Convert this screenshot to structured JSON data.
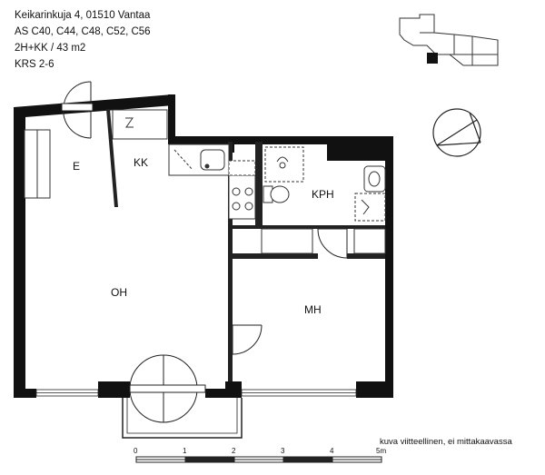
{
  "header": {
    "address": "Keikarinkuja 4, 01510 Vantaa",
    "units": "AS C40, C44, C48, C52, C56",
    "size": "2H+KK / 43 m2",
    "floors": "KRS 2-6"
  },
  "rooms": {
    "entrance": "E",
    "kitchen": "KK",
    "bathroom": "KPH",
    "living": "OH",
    "bedroom": "MH"
  },
  "note": "kuva viitteellinen, ei mittakaavassa",
  "scale": {
    "ticks": [
      "0",
      "1",
      "2",
      "3",
      "4",
      "5m"
    ]
  },
  "colors": {
    "wall": "#111111",
    "line": "#222222",
    "fixture_fill": "#ffffff"
  }
}
